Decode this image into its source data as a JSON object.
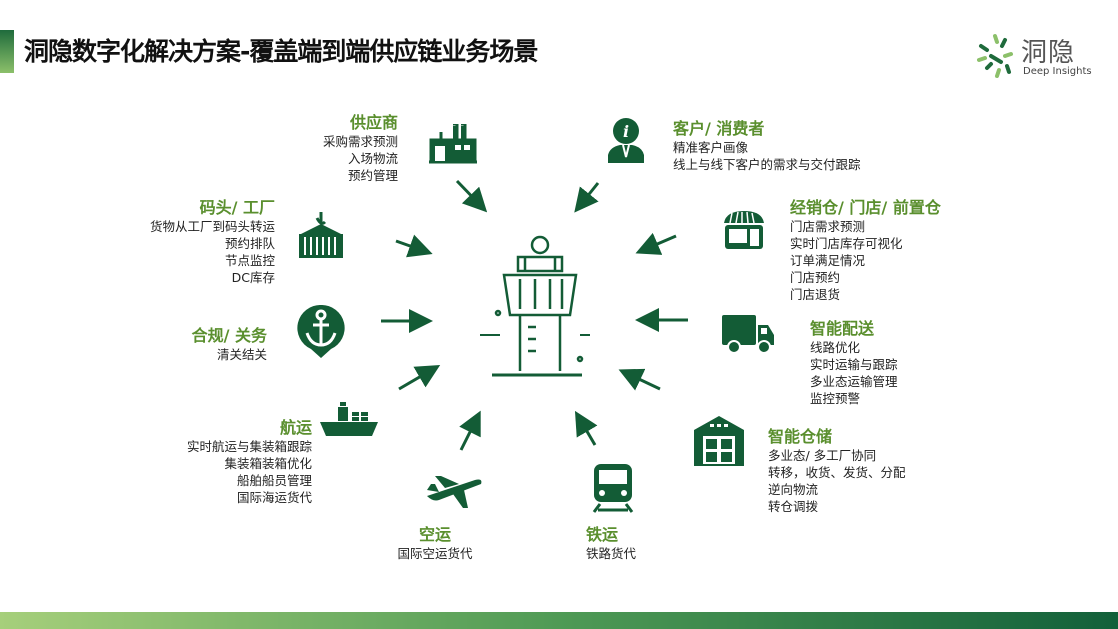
{
  "title": "洞隐数字化解决方案-覆盖端到端供应链业务场景",
  "logo": {
    "name": "洞隐",
    "sub": "Deep Insights"
  },
  "colors": {
    "dark_green": "#135c36",
    "heading_green": "#5a8f2e"
  },
  "nodes": {
    "supplier": {
      "title": "供应商",
      "items": [
        "采购需求预测",
        "入场物流",
        "预约管理"
      ],
      "icon": "factory-icon"
    },
    "dock": {
      "title": "码头/ 工厂",
      "items": [
        "货物从工厂到码头转运",
        "预约排队",
        "节点监控",
        "DC库存"
      ],
      "icon": "container-icon"
    },
    "customs": {
      "title": "合规/ 关务",
      "items": [
        "清关结关"
      ],
      "icon": "anchor-icon"
    },
    "shipping": {
      "title": "航运",
      "items": [
        "实时航运与集装箱跟踪",
        "集装箱装箱优化",
        "船舶船员管理",
        "国际海运货代"
      ],
      "icon": "ship-icon"
    },
    "air": {
      "title": "空运",
      "items": [
        "国际空运货代"
      ],
      "icon": "airplane-icon"
    },
    "rail": {
      "title": "铁运",
      "items": [
        "铁路货代"
      ],
      "icon": "train-icon"
    },
    "customer": {
      "title": "客户/ 消费者",
      "items": [
        "精准客户画像",
        "线上与线下客户的需求与交付跟踪"
      ],
      "icon": "customer-icon"
    },
    "store": {
      "title": "经销仓/ 门店/ 前置仓",
      "items": [
        "门店需求预测",
        "实时门店库存可视化",
        "订单满足情况",
        "门店预约",
        "门店退货"
      ],
      "icon": "store-icon"
    },
    "delivery": {
      "title": "智能配送",
      "items": [
        "线路优化",
        "实时运输与跟踪",
        "多业态运输管理",
        "监控预警"
      ],
      "icon": "truck-icon"
    },
    "warehouse": {
      "title": "智能仓储",
      "items": [
        "多业态/ 多工厂协同",
        "转移，收货、发货、分配",
        "逆向物流",
        "转仓调拨"
      ],
      "icon": "warehouse-icon"
    }
  }
}
